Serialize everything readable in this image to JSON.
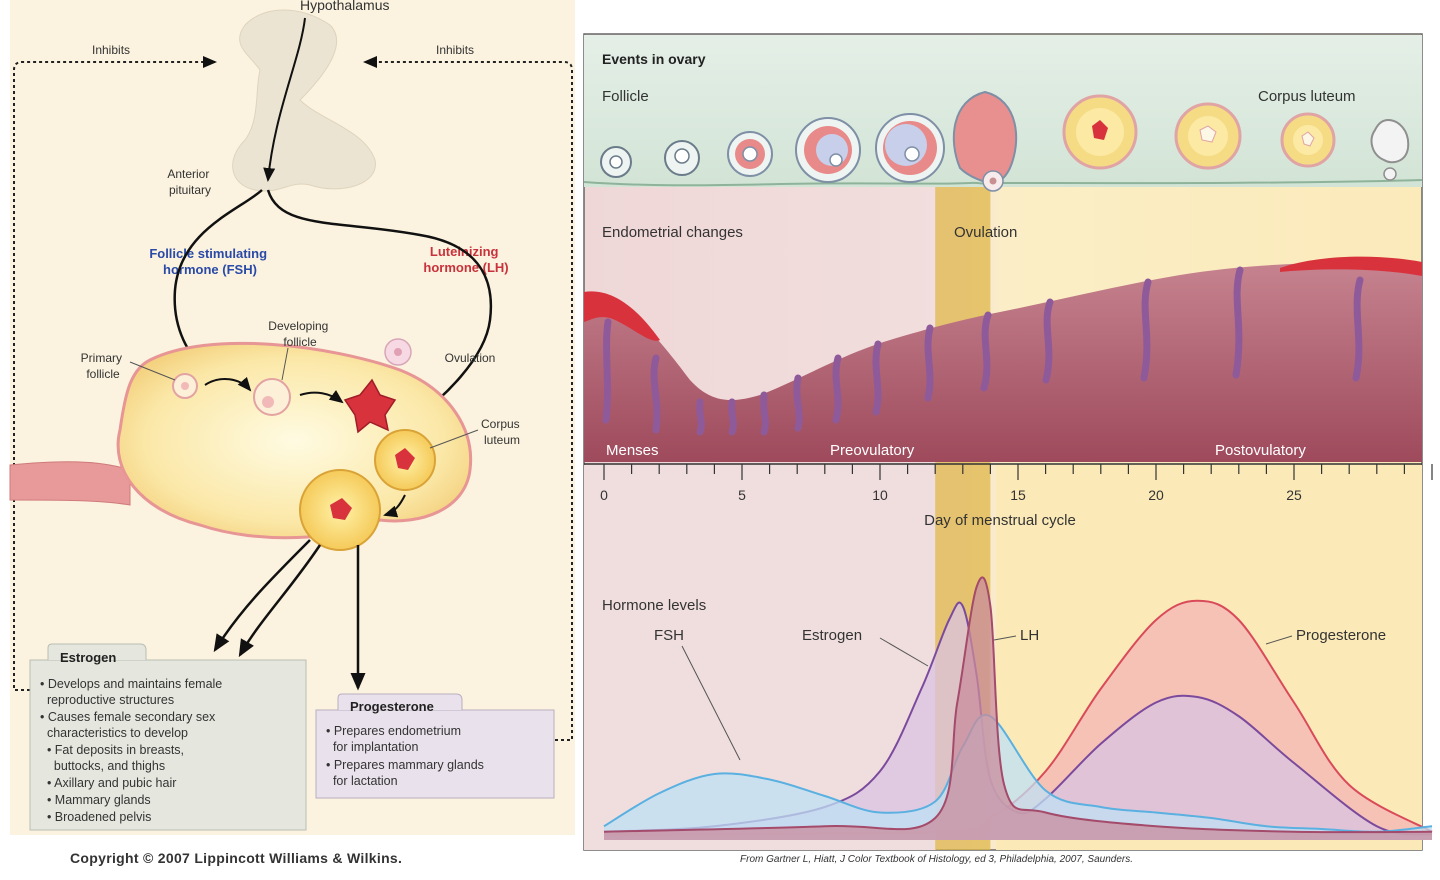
{
  "left": {
    "hypothalamus": "Hypothalamus",
    "inhibits_left": "Inhibits",
    "inhibits_right": "Inhibits",
    "anterior_pituitary": [
      "Anterior",
      "pituitary"
    ],
    "fsh": [
      "Follicle stimulating",
      "hormone (FSH)"
    ],
    "lh": [
      "Luteinizing",
      "hormone (LH)"
    ],
    "developing_follicle": [
      "Developing",
      "follicle"
    ],
    "primary_follicle": [
      "Primary",
      "follicle"
    ],
    "ovulation": "Ovulation",
    "corpus_luteum": [
      "Corpus",
      "luteum"
    ],
    "estrogen_box": {
      "title": "Estrogen",
      "lines": [
        "• Develops and maintains female",
        "  reproductive structures",
        "• Causes female secondary sex",
        "  characteristics to develop",
        "  • Fat deposits in breasts,",
        "    buttocks, and thighs",
        "  • Axillary and pubic hair",
        "  • Mammary glands",
        "  • Broadened pelvis"
      ]
    },
    "progesterone_box": {
      "title": "Progesterone",
      "lines": [
        "• Prepares endometrium",
        "  for implantation",
        "• Prepares mammary glands",
        "  for lactation"
      ]
    },
    "copyright": "Copyright © 2007 Lippincott Williams & Wilkins."
  },
  "right": {
    "events_in_ovary": "Events in ovary",
    "follicle": "Follicle",
    "corpus_luteum": "Corpus luteum",
    "endometrial_changes": "Endometrial changes",
    "ovulation": "Ovulation",
    "menses": "Menses",
    "preovulatory": "Preovulatory",
    "postovulatory": "Postovulatory",
    "axis_label": "Day of menstrual cycle",
    "hormone_levels": "Hormone levels",
    "labels": {
      "fsh": "FSH",
      "estrogen": "Estrogen",
      "lh": "LH",
      "progesterone": "Progesterone"
    },
    "source": "From Gartner L, Hiatt, J Color Textbook of Histology, ed 3, Philadelphia, 2007, Saunders."
  },
  "chart_data": {
    "type": "area",
    "x_axis": {
      "range": [
        0,
        30
      ],
      "ticks": [
        0,
        5,
        10,
        15,
        20,
        25
      ]
    },
    "series": [
      {
        "name": "FSH",
        "x": [
          0,
          2,
          4,
          6,
          8,
          10,
          12,
          13,
          14,
          16,
          18,
          20,
          22,
          24,
          26,
          28,
          30
        ],
        "y": [
          0.05,
          0.17,
          0.24,
          0.22,
          0.16,
          0.1,
          0.14,
          0.34,
          0.45,
          0.18,
          0.12,
          0.1,
          0.08,
          0.05,
          0.04,
          0.03,
          0.05
        ]
      },
      {
        "name": "Estrogen",
        "x": [
          0,
          4,
          8,
          10,
          11.5,
          12.5,
          13,
          13.5,
          14,
          15,
          16,
          18,
          20,
          21.5,
          23,
          25,
          28,
          30
        ],
        "y": [
          0.03,
          0.05,
          0.12,
          0.25,
          0.55,
          0.8,
          0.85,
          0.6,
          0.22,
          0.1,
          0.15,
          0.35,
          0.5,
          0.52,
          0.45,
          0.28,
          0.05,
          0.02
        ]
      },
      {
        "name": "LH",
        "x": [
          0,
          8,
          12,
          12.8,
          13.5,
          14,
          14.5,
          16,
          20,
          25,
          30
        ],
        "y": [
          0.03,
          0.05,
          0.08,
          0.5,
          0.92,
          0.85,
          0.2,
          0.1,
          0.05,
          0.03,
          0.03
        ]
      },
      {
        "name": "Progesterone",
        "x": [
          0,
          12,
          14,
          16,
          18,
          20,
          21.5,
          23,
          25,
          27,
          30
        ],
        "y": [
          0.02,
          0.03,
          0.08,
          0.25,
          0.55,
          0.8,
          0.87,
          0.8,
          0.5,
          0.2,
          0.03
        ]
      }
    ],
    "phases": [
      {
        "name": "Menses",
        "start": 0,
        "end": 5
      },
      {
        "name": "Preovulatory",
        "start": 5,
        "end": 12
      },
      {
        "name": "Ovulation",
        "start": 12,
        "end": 14
      },
      {
        "name": "Postovulatory",
        "start": 14,
        "end": 30
      }
    ],
    "colors": {
      "FSH": "#5ab0e0",
      "Estrogen": "#7b4a9c",
      "LH": "#a44a6a",
      "Progesterone": "#d94a5a",
      "ovulation_band": "#e0b84a"
    }
  }
}
